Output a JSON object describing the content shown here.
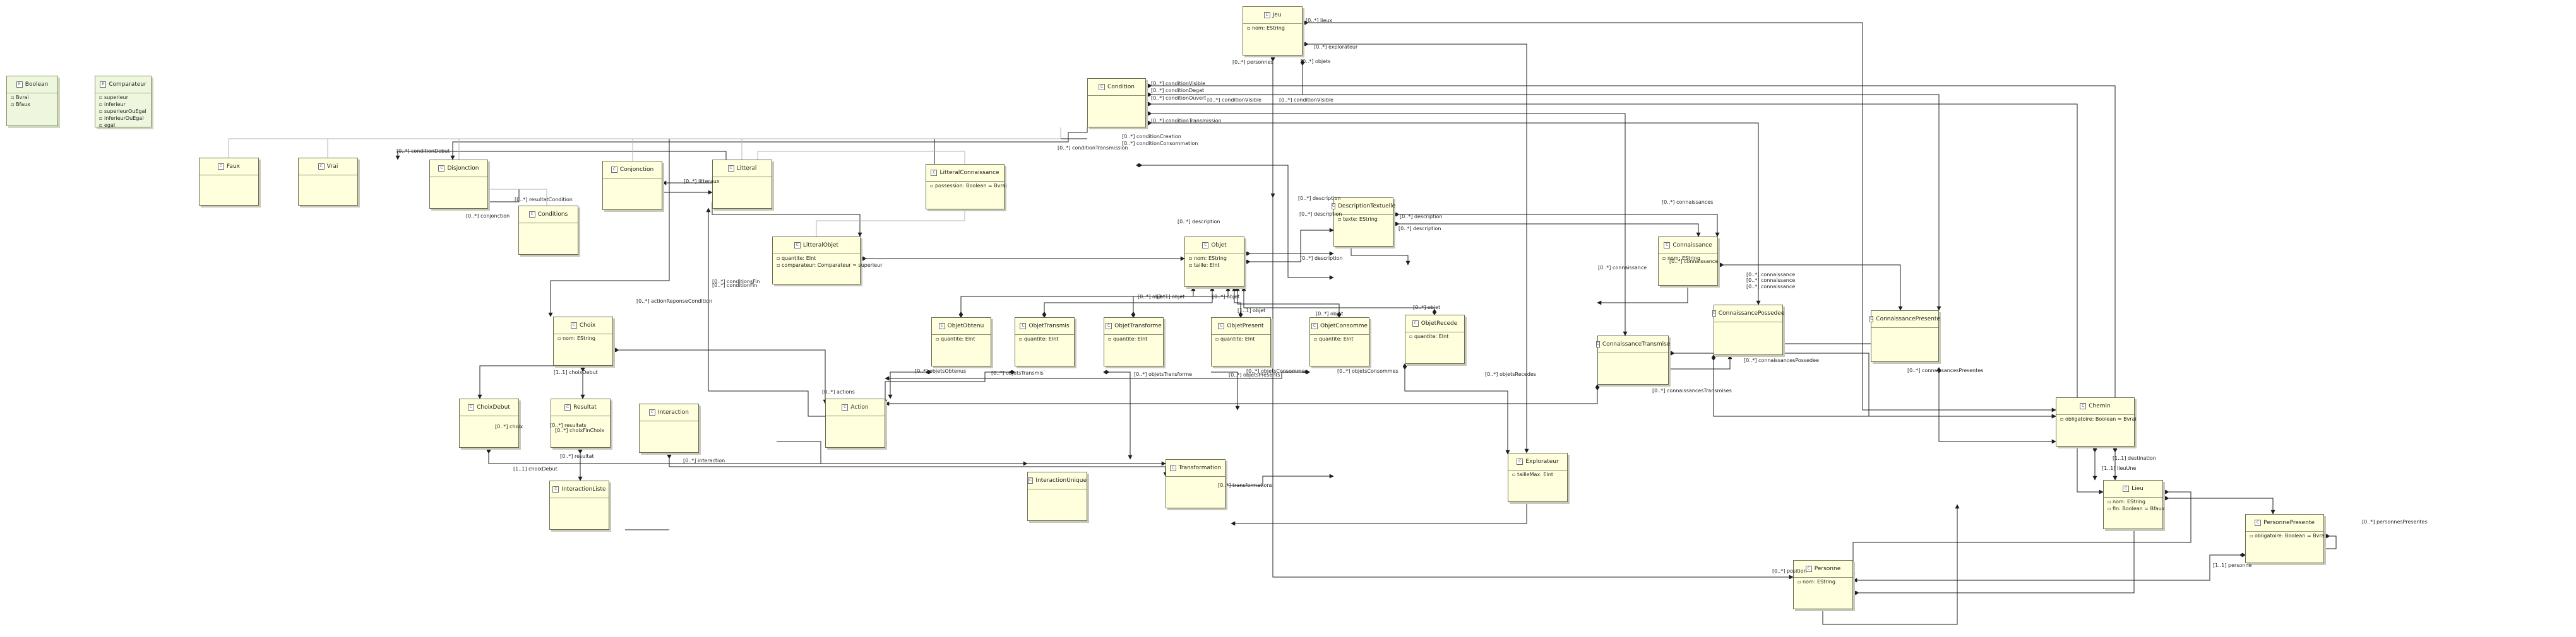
{
  "colors": {
    "class_fill": "#ffffdd",
    "class_border": "#6a6a50",
    "enum_fill": "#eef7dd",
    "edge": "#1e1e1e",
    "inherit": "#b6b6b6"
  },
  "icons": {
    "class": "class-icon",
    "enumeration": "enumeration-icon"
  },
  "classes": [
    {
      "id": "Boolean",
      "name": "Boolean",
      "kind": "enumeration",
      "rows": [
        "Bvrai",
        "Bfaux"
      ]
    },
    {
      "id": "Comparateur",
      "name": "Comparateur",
      "kind": "enumeration",
      "rows": [
        "superieur",
        "inferieur",
        "superieurOuEgal",
        "inferieurOuEgal",
        "egal"
      ]
    },
    {
      "id": "Faux",
      "name": "Faux",
      "kind": "class",
      "rows": []
    },
    {
      "id": "Vrai",
      "name": "Vrai",
      "kind": "class",
      "rows": []
    },
    {
      "id": "Disjonction",
      "name": "Disjonction",
      "kind": "class",
      "rows": []
    },
    {
      "id": "Conjonction",
      "name": "Conjonction",
      "kind": "class",
      "rows": []
    },
    {
      "id": "Litteral",
      "name": "Litteral",
      "kind": "class",
      "rows": []
    },
    {
      "id": "LitteralConnaissance",
      "name": "LitteralConnaissance",
      "kind": "class",
      "rows": [
        "possession: Boolean = Bvrai"
      ]
    },
    {
      "id": "Condition",
      "name": "Condition",
      "kind": "class",
      "rows": []
    },
    {
      "id": "Jeu",
      "name": "Jeu",
      "kind": "class",
      "rows": [
        "nom: EString"
      ]
    },
    {
      "id": "Description",
      "name": "DescriptionTextuelle",
      "kind": "class",
      "rows": [
        "texte: EString"
      ]
    },
    {
      "id": "Objet",
      "name": "Objet",
      "kind": "class",
      "rows": [
        "nom: EString",
        "taille: EInt"
      ]
    },
    {
      "id": "Connaissance",
      "name": "Connaissance",
      "kind": "class",
      "rows": [
        "nom: EString"
      ]
    },
    {
      "id": "LitteralObjet",
      "name": "LitteralObjet",
      "kind": "class",
      "rows": [
        "quantite: EInt",
        "comparateur: Comparateur = superieur"
      ]
    },
    {
      "id": "Conditions",
      "name": "Conditions",
      "kind": "class",
      "rows": []
    },
    {
      "id": "Choix",
      "name": "Choix",
      "kind": "class",
      "rows": [
        "nom: EString"
      ]
    },
    {
      "id": "ObjetObtenu",
      "name": "ObjetObtenu",
      "kind": "class",
      "rows": [
        "quantite: EInt"
      ]
    },
    {
      "id": "ObjetTransmis",
      "name": "ObjetTransmis",
      "kind": "class",
      "rows": [
        "quantite: EInt"
      ]
    },
    {
      "id": "ObjetTransforme",
      "name": "ObjetTransforme",
      "kind": "class",
      "rows": [
        "quantite: EInt"
      ]
    },
    {
      "id": "ObjetPresent",
      "name": "ObjetPresent",
      "kind": "class",
      "rows": [
        "quantite: EInt"
      ]
    },
    {
      "id": "ObjetConsomme",
      "name": "ObjetConsomme",
      "kind": "class",
      "rows": [
        "quantite: EInt"
      ]
    },
    {
      "id": "ObjetRecede",
      "name": "ObjetRecede",
      "kind": "class",
      "rows": [
        "quantite: EInt"
      ]
    },
    {
      "id": "ConnaissanceTransmise",
      "name": "ConnaissanceTransmise",
      "kind": "class",
      "rows": []
    },
    {
      "id": "ConnaissancePossedee",
      "name": "ConnaissancePossedee",
      "kind": "class",
      "rows": []
    },
    {
      "id": "ConnaissancePresente",
      "name": "ConnaissancePresente",
      "kind": "class",
      "rows": []
    },
    {
      "id": "ChoixDebut",
      "name": "ChoixDebut",
      "kind": "class",
      "rows": []
    },
    {
      "id": "Resultat",
      "name": "Resultat",
      "kind": "class",
      "rows": []
    },
    {
      "id": "Interaction",
      "name": "Interaction",
      "kind": "class",
      "rows": []
    },
    {
      "id": "Action",
      "name": "Action",
      "kind": "class",
      "rows": []
    },
    {
      "id": "InteractionListe",
      "name": "InteractionListe",
      "kind": "class",
      "rows": []
    },
    {
      "id": "InteractionUnique",
      "name": "InteractionUnique",
      "kind": "class",
      "rows": []
    },
    {
      "id": "Transformation",
      "name": "Transformation",
      "kind": "class",
      "rows": []
    },
    {
      "id": "Explorateur",
      "name": "Explorateur",
      "kind": "class",
      "rows": [
        "tailleMax: EInt"
      ]
    },
    {
      "id": "Chemin",
      "name": "Chemin",
      "kind": "class",
      "rows": [
        "obligatoire: Boolean = Bvrai"
      ]
    },
    {
      "id": "Lieu",
      "name": "Lieu",
      "kind": "class",
      "rows": [
        "nom: EString",
        "fin: Boolean = Bfaux"
      ]
    },
    {
      "id": "Personne",
      "name": "Personne",
      "kind": "class",
      "rows": [
        "nom: EString"
      ]
    },
    {
      "id": "PersonnePresente",
      "name": "PersonnePresente",
      "kind": "class",
      "rows": [
        "obligatoire: Boolean = Bvrai"
      ]
    }
  ],
  "labels": [
    "[0..*] lieux",
    "[0..*] explorateur",
    "[0..*] objets",
    "[0..*] personnes",
    "[0..*] conditionVisible",
    "[0..*] conditionDegat",
    "[0..*] conditionOuvert",
    "[0..*] conditionVisible",
    "[0..*] conditionVisible",
    "[0..*] conditionCreation",
    "[0..*] conditionTransmission",
    "[0..*] conditionConsommation",
    "[0..*] conditionDebut",
    "[0..*] conditionTransmission",
    "[0..*] conditionFin",
    "[0..*] resultatCondition",
    "[0..*] litteraux",
    "[0..*] conjonction",
    "[0..*] conditionsFin",
    "[0..*] actionReponseCondition",
    "[0..*] description",
    "[0..*] description",
    "[0..*] description",
    "[0..*] description",
    "[0..*] description",
    "[0..*] description",
    "[0..*] connaissances",
    "[0..*] connaissance",
    "[0..*] connaissance",
    "[0..*] connaissance",
    "[0..*] connaissance",
    "[0..*] connaissance",
    "[0..*] objet",
    "[1..1] objet",
    "[0..*] objet",
    "[1..1] objet",
    "[0..*] objet",
    "[0..*] objet",
    "[0..*] objetsObtenus",
    "[0..*] objetsTransmis",
    "[0..*] objetsTransforme",
    "[0..*] objetsPresents",
    "[0..*] objetsConsommes",
    "[0..*] objetsConsommes",
    "[0..*] objetsRecedes",
    "[0..*] connaissancesTransmises",
    "[0..*] connaissancesPossedee",
    "[0..*] connaissancesPresentes",
    "[1..1] choixDebut",
    "[0..*] choix",
    "[0..*] resultats",
    "[0..*] choixFinChoix",
    "[0..*] actions",
    "[0..*] resultat",
    "[0..*] interaction",
    "[1..1] choixDebut",
    "[0..*] transformations",
    "[1..1] destination",
    "[1..1] lieuUne",
    "[0..*] personnesPresentes",
    "[0..*] position",
    "[1..1] personne"
  ]
}
